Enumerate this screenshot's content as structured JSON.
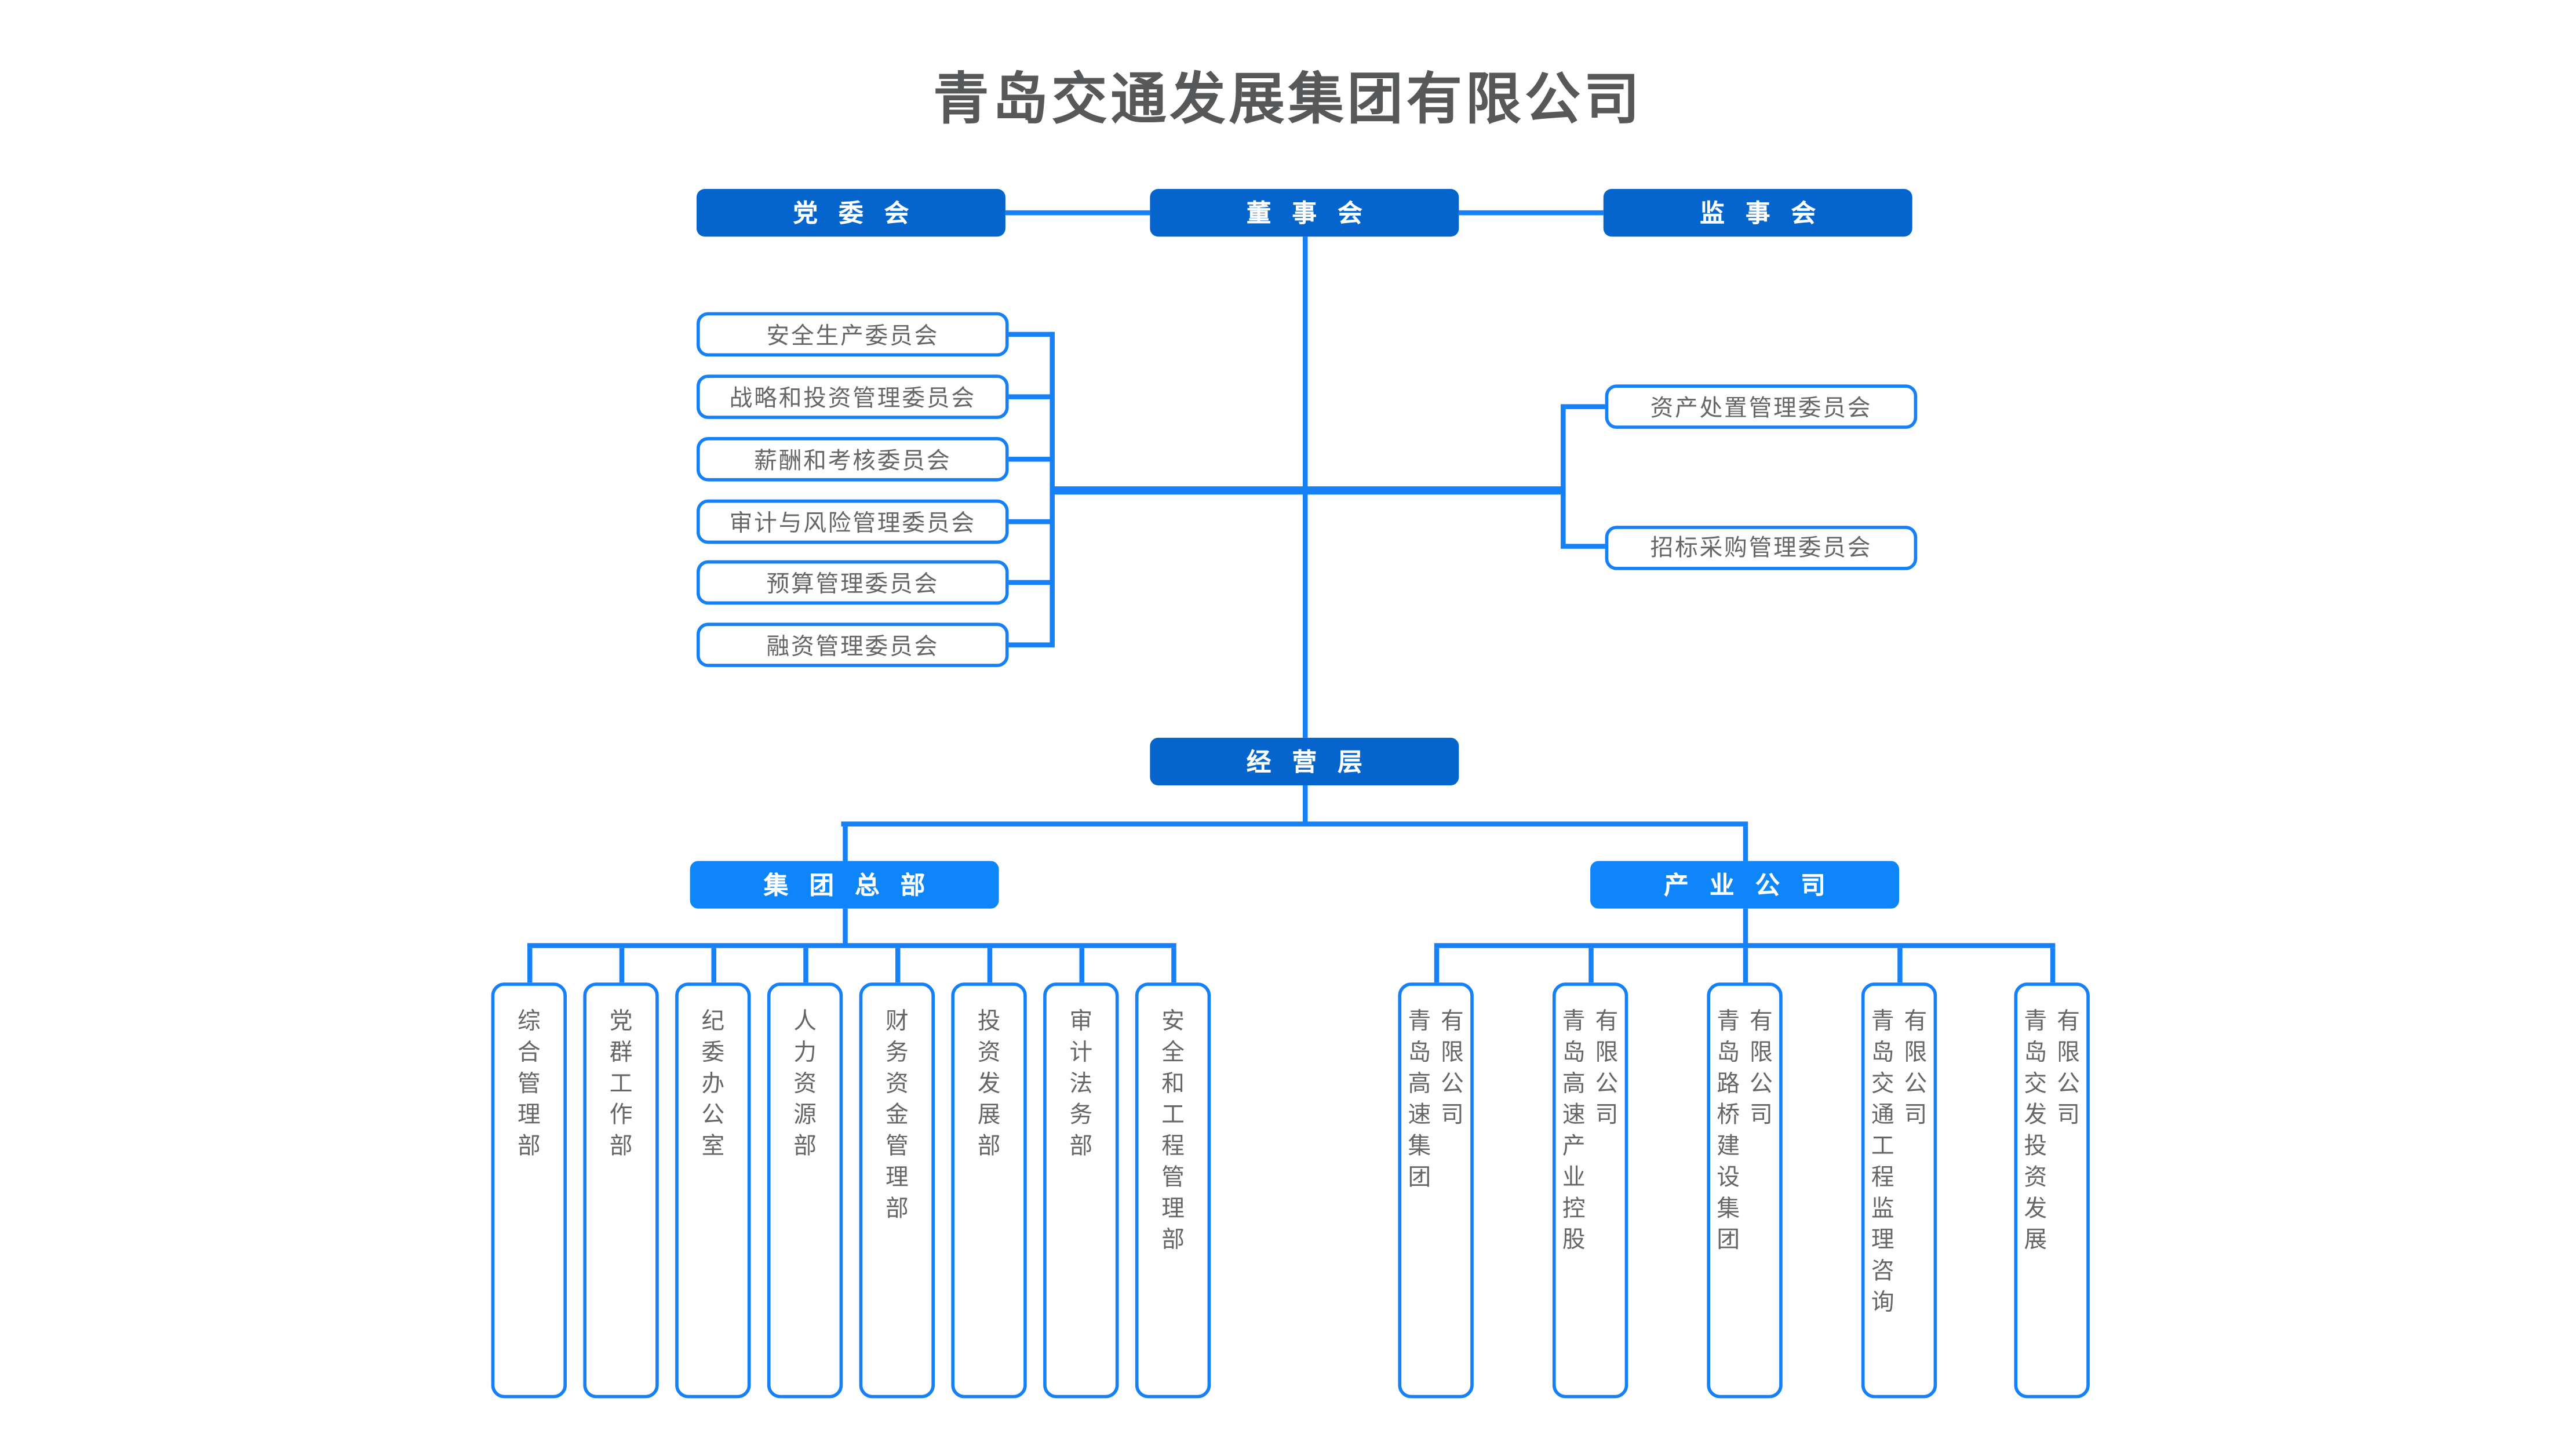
{
  "title": "青岛交通发展集团有限公司",
  "colors": {
    "primary_dark_blue": "#0665CC",
    "primary_light_blue": "#0E86F9",
    "connector_blue": "#1680F6",
    "node_text_gray": "#666666",
    "title_gray": "#57585A"
  },
  "top_row": [
    {
      "label": "党委会"
    },
    {
      "label": "董事会"
    },
    {
      "label": "监事会"
    }
  ],
  "committees_left": [
    "安全生产委员会",
    "战略和投资管理委员会",
    "薪酬和考核委员会",
    "审计与风险管理委员会",
    "预算管理委员会",
    "融资管理委员会"
  ],
  "committees_right": [
    "资产处置管理委员会",
    "招标采购管理委员会"
  ],
  "management": {
    "label": "经营层"
  },
  "branches": [
    {
      "label": "集团总部"
    },
    {
      "label": "产业公司"
    }
  ],
  "hq_departments": [
    "综合管理部",
    "党群工作部",
    "纪委办公室",
    "人力资源部",
    "财务资金管理部",
    "投资发展部",
    "审计法务部",
    "安全和工程管理部"
  ],
  "subsidiaries": [
    {
      "name_column": "青岛高速集团",
      "suffix_column": "有限公司"
    },
    {
      "name_column": "青岛高速产业控股",
      "suffix_column": "有限公司"
    },
    {
      "name_column": "青岛路桥建设集团",
      "suffix_column": "有限公司"
    },
    {
      "name_column": "青岛交通工程监理咨询",
      "suffix_column": "有限公司"
    },
    {
      "name_column": "青岛交发投资发展",
      "suffix_column": "有限公司"
    }
  ]
}
